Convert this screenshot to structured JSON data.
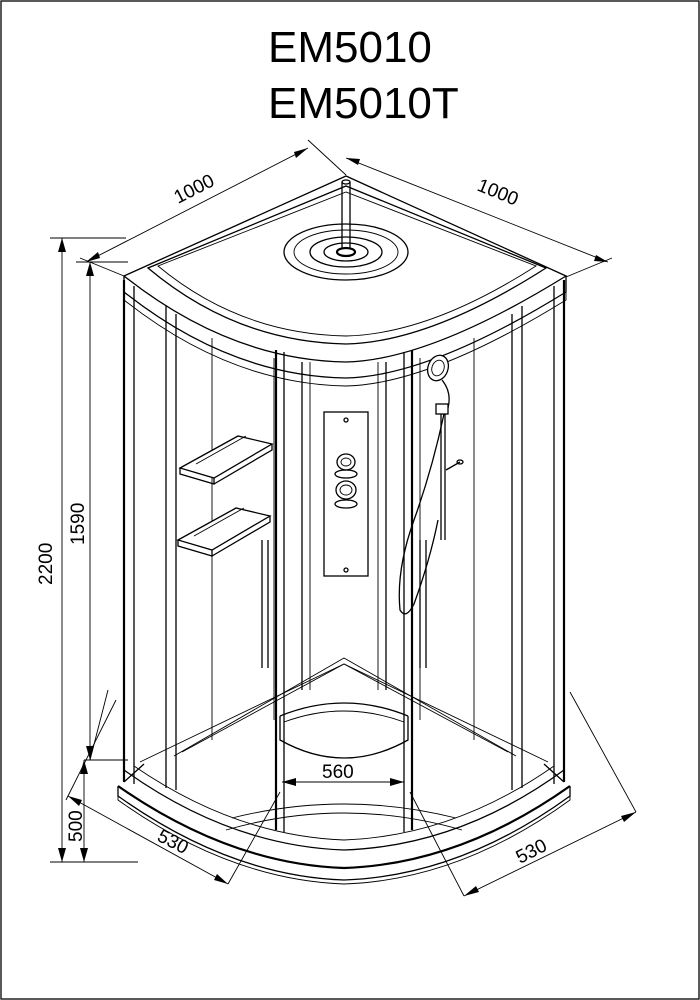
{
  "titles": {
    "model_primary": "EM5010",
    "model_secondary": "EM5010T"
  },
  "dimensions": {
    "top_left_width": "1000",
    "top_right_width": "1000",
    "total_height": "2200",
    "cabin_height": "1590",
    "tray_height": "500",
    "seat_width": "560",
    "tray_left_depth": "530",
    "tray_right_depth": "530"
  }
}
